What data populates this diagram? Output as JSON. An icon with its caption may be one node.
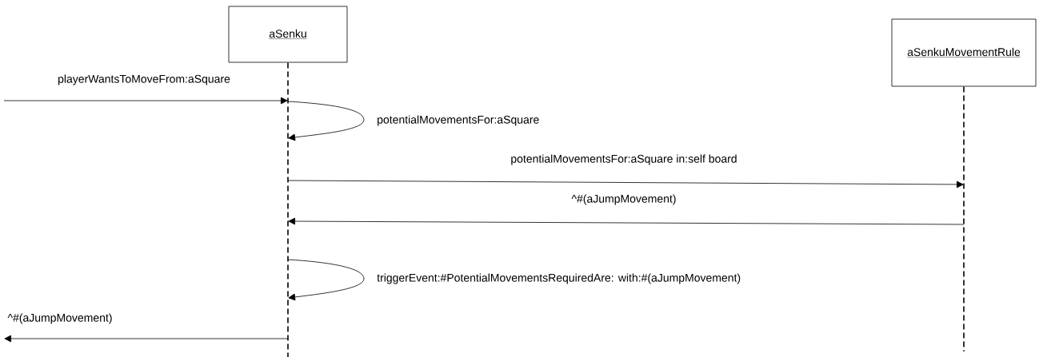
{
  "diagram": {
    "nodes": [
      {
        "text": [
          "aSenku"
        ]
      },
      {
        "text": [
          "aSenkuMovementRule"
        ]
      }
    ],
    "edges": [
      {
        "from": null,
        "to": 0,
        "arrow": "to",
        "label": "playerWantsToMoveFrom:aSquare"
      },
      {
        "from": 0,
        "to": 0,
        "arrow": "to",
        "label": "potentialMovementsFor:aSquare"
      },
      {
        "from": 0,
        "to": 1,
        "arrow": "to",
        "label": "potentialMovementsFor:aSquare in:self board"
      },
      {
        "from": 1,
        "to": 0,
        "arrow": "to",
        "label": "^#(aJumpMovement)"
      },
      {
        "from": 0,
        "to": 0,
        "arrow": "to",
        "label": "triggerEvent:#PotentialMovementsRequiredAre: with:#(aJumpMovement)"
      },
      {
        "from": 0,
        "to": null,
        "arrow": "to",
        "label": "^#(aJumpMovement)"
      }
    ]
  }
}
